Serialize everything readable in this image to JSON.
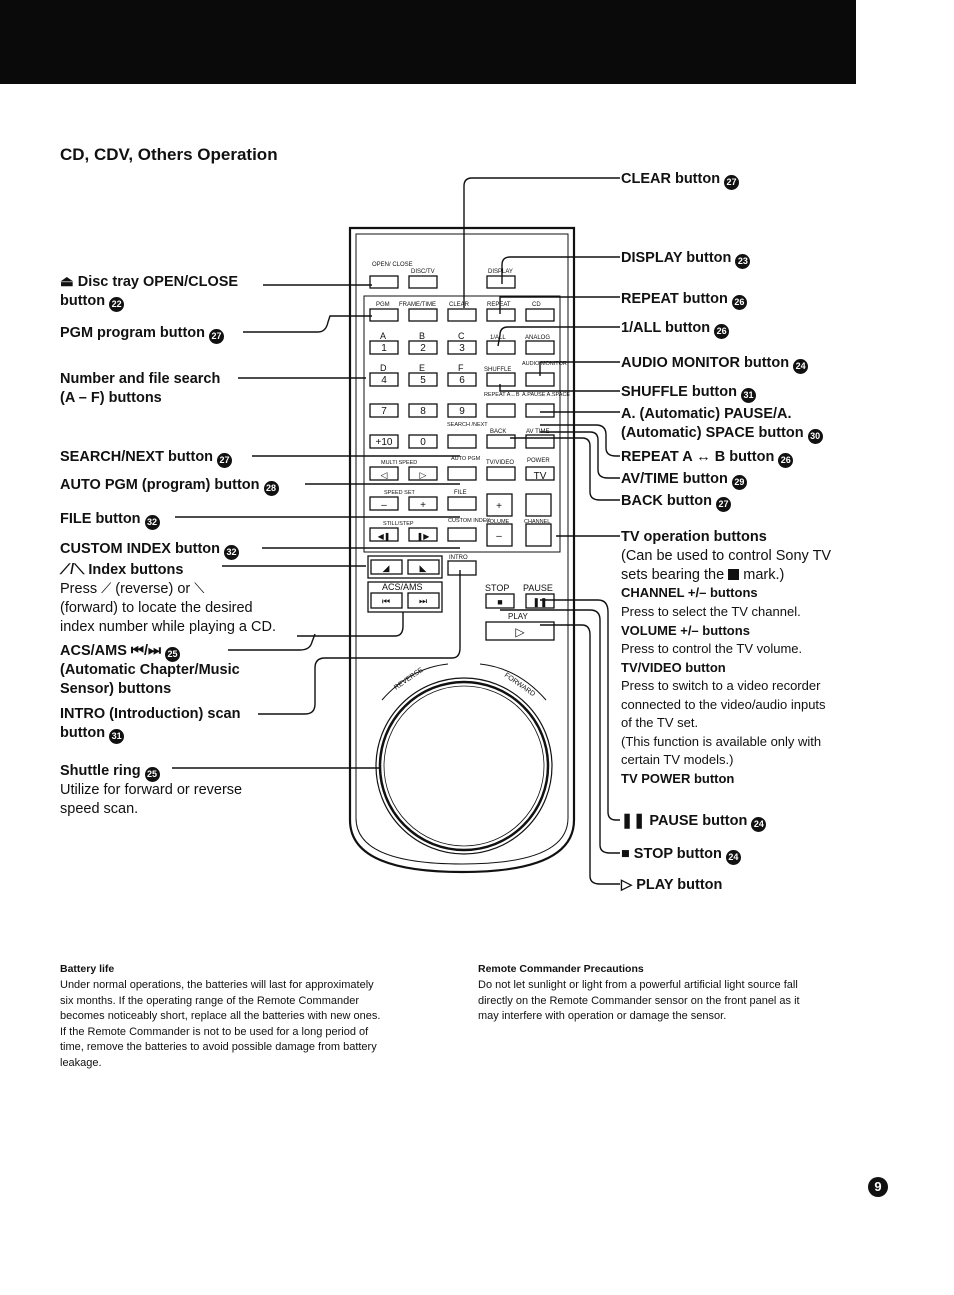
{
  "page_title": "CD, CDV, Others Operation",
  "left_labels": {
    "open_close_1": "Disc tray OPEN/CLOSE",
    "open_close_2": "button",
    "open_close_num": "22",
    "pgm": "PGM program button",
    "pgm_num": "27",
    "number_search_1": "Number and file search",
    "number_search_2": "(A – F) buttons",
    "search_next": "SEARCH/NEXT button",
    "search_next_num": "27",
    "auto_pgm": "AUTO PGM (program) button",
    "auto_pgm_num": "28",
    "file": "FILE button",
    "file_num": "32",
    "custom_index": "CUSTOM INDEX button",
    "custom_index_num": "32",
    "index_buttons": "Index buttons",
    "index_desc_1": "Press",
    "index_desc_1b": "(reverse) or",
    "index_desc_2": "(forward) to locate the desired",
    "index_desc_3": "index number while playing a CD.",
    "acs_ams_1": "ACS/AMS",
    "acs_ams_num": "25",
    "acs_ams_2": "(Automatic Chapter/Music",
    "acs_ams_3": "Sensor) buttons",
    "intro_1": "INTRO (Introduction) scan",
    "intro_2": "button",
    "intro_num": "31",
    "shuttle": "Shuttle ring",
    "shuttle_num": "25",
    "shuttle_desc_1": "Utilize for forward or reverse",
    "shuttle_desc_2": "speed scan."
  },
  "right_labels": {
    "clear": "CLEAR button",
    "clear_num": "27",
    "display": "DISPLAY button",
    "display_num": "23",
    "repeat": "REPEAT button",
    "repeat_num": "26",
    "one_all": "1/ALL button",
    "one_all_num": "26",
    "audio_monitor": "AUDIO MONITOR button",
    "audio_monitor_num": "24",
    "shuffle": "SHUFFLE button",
    "shuffle_num": "31",
    "auto_pause_1": "A. (Automatic) PAUSE/A.",
    "auto_pause_2": "(Automatic) SPACE button",
    "auto_pause_num": "30",
    "repeat_ab": "REPEAT A ↔ B button",
    "repeat_ab_num": "26",
    "av_time": "AV/TIME button",
    "av_time_num": "29",
    "back": "BACK button",
    "back_num": "27",
    "tv_ops": "TV operation buttons",
    "tv_desc_1": "(Can be used to control Sony TV",
    "tv_desc_2": "sets bearing the",
    "tv_desc_2b": "mark.)",
    "channel": "CHANNEL +/– buttons",
    "channel_desc": "Press to select the TV channel.",
    "volume": "VOLUME +/– buttons",
    "volume_desc": "Press to control the TV volume.",
    "tvvideo": "TV/VIDEO button",
    "tvvideo_desc_1": "Press to switch to a video recorder",
    "tvvideo_desc_2": "connected to the video/audio inputs",
    "tvvideo_desc_3": "of the TV set.",
    "tvvideo_desc_4": "(This function is available only with",
    "tvvideo_desc_5": "certain TV models.)",
    "tvpower": "TV POWER button",
    "pause": "PAUSE button",
    "pause_num": "24",
    "stop": "STOP button",
    "stop_num": "24",
    "play": "PLAY button"
  },
  "remote_labels": {
    "open_close": "OPEN/ CLOSE",
    "disc_tv": "DISC/TV",
    "display": "DISPLAY",
    "pgm": "PGM",
    "frame_time": "FRAME/TIME",
    "clear": "CLEAR",
    "repeat": "REPEAT",
    "cd": "CD",
    "a": "A",
    "b": "B",
    "c": "C",
    "d": "D",
    "e": "E",
    "f": "F",
    "one_all": "1/ALL",
    "analog": "ANALOG",
    "audio_monitor": "AUDIO MONITOR",
    "shuffle": "SHUFFLE",
    "repeat_ab": "REPEAT A↔B",
    "a_pause": "A.PAUSE A.SPACE",
    "n1": "1",
    "n2": "2",
    "n3": "3",
    "n4": "4",
    "n5": "5",
    "n6": "6",
    "n7": "7",
    "n8": "8",
    "n9": "9",
    "n10": "+10",
    "n0": "0",
    "search_next": "SEARCH /NEXT",
    "back": "BACK",
    "av_time": "AV TIME",
    "multi_speed": "MULTI SPEED",
    "auto_pgm": "AUTO PGM",
    "tv_video": "TV/VIDEO",
    "power": "POWER",
    "tv": "TV",
    "speed_set": "SPEED SET",
    "file": "FILE",
    "volume": "VOLUME",
    "channel": "CHANNEL",
    "still_step": "STILL/STEP",
    "custom_index": "CUSTOM INDEX",
    "intro": "INTRO",
    "acs_ams": "ACS/AMS",
    "stop": "STOP",
    "pause": "PAUSE",
    "play": "PLAY",
    "reverse": "REVERSE",
    "forward": "FORWARD"
  },
  "notes": {
    "battery_title": "Battery life",
    "battery_text": [
      "Under normal operations, the batteries will last for approximately",
      "six months. If the operating range of the Remote Commander",
      "becomes noticeably short, replace all the batteries with new ones.",
      "If the Remote Commander is not to be used for a long period of",
      "time, remove the batteries to avoid possible damage from battery",
      "leakage."
    ],
    "precautions_title": "Remote Commander Precautions",
    "precautions_text": [
      "Do not let sunlight or light from a powerful artificial light source fall",
      "directly on the Remote Commander sensor on the front panel as it",
      "may interfere with operation or damage the sensor."
    ]
  },
  "page_number": "9"
}
